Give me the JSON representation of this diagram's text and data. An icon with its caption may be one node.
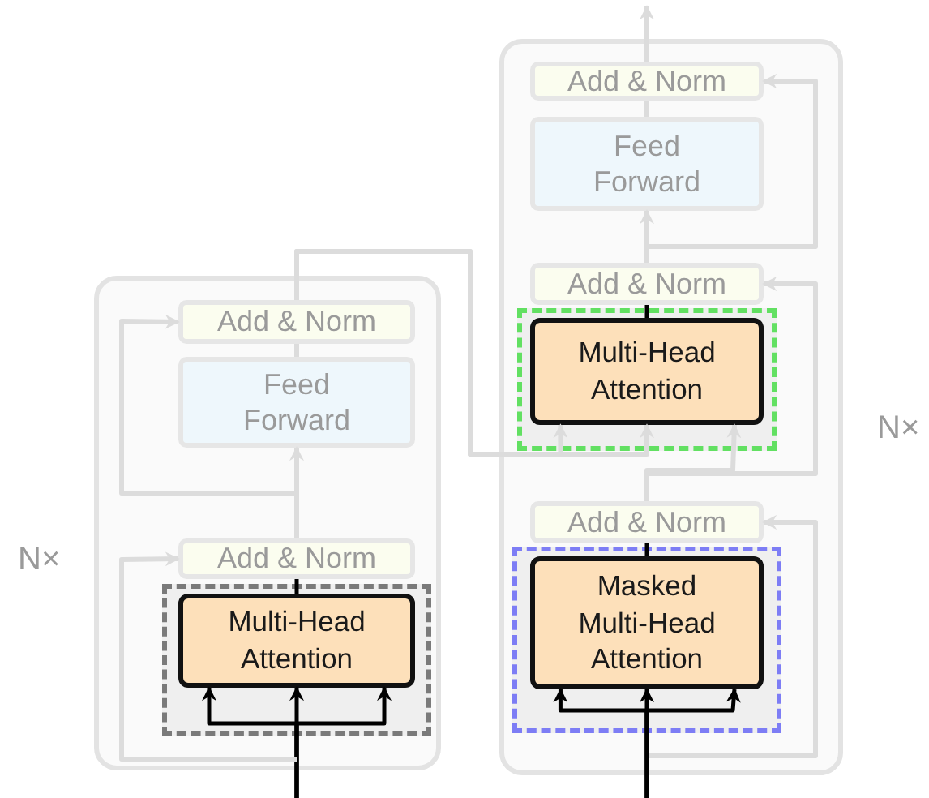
{
  "diagram": {
    "nodes": [
      {
        "text": [],
        "shape": "box",
        "beside": [
          "N×"
        ]
      },
      {
        "text": [
          "Add & Norm"
        ],
        "in": 0
      },
      {
        "text": [
          "Feed Forward"
        ],
        "in": 0
      },
      {
        "text": [
          "Add & Norm"
        ],
        "in": 0
      },
      {
        "text": [],
        "shape": "box",
        "in": 0
      },
      {
        "text": [
          "Multi-Head Attention"
        ],
        "in": 4
      },
      {
        "text": [],
        "shape": "box",
        "beside": [
          "N×"
        ]
      },
      {
        "text": [
          "Add & Norm"
        ],
        "in": 6
      },
      {
        "text": [
          "Feed Forward"
        ],
        "in": 6
      },
      {
        "text": [
          "Add & Norm"
        ],
        "in": 6
      },
      {
        "text": [],
        "shape": "box",
        "in": 6
      },
      {
        "text": [
          "Multi-Head Attention"
        ],
        "in": 10
      },
      {
        "text": [
          "Add & Norm"
        ],
        "in": 6
      },
      {
        "text": [],
        "shape": "box",
        "in": 6
      },
      {
        "text": [
          "Masked Multi-Head Attention"
        ],
        "in": 13
      }
    ],
    "edges": [
      {
        "from": null,
        "to": 5,
        "arrow": "to",
        "color": "#000000"
      },
      {
        "from": null,
        "to": 5,
        "arrow": "to",
        "color": "#000000"
      },
      {
        "from": null,
        "to": 5,
        "arrow": "to",
        "color": "#000000"
      },
      {
        "from": 5,
        "to": 3,
        "arrow": "none",
        "color": "#000000"
      },
      {
        "from": null,
        "to": 3,
        "arrow": "to"
      },
      {
        "from": 3,
        "to": 2,
        "arrow": "to"
      },
      {
        "from": 3,
        "to": 1,
        "arrow": "to"
      },
      {
        "from": 2,
        "to": 1,
        "arrow": "none"
      },
      {
        "from": 1,
        "to": 11,
        "arrow": "to"
      },
      {
        "from": 1,
        "to": 11,
        "arrow": "to"
      },
      {
        "from": 12,
        "to": 11,
        "arrow": "to"
      },
      {
        "from": 12,
        "to": 9,
        "arrow": "to"
      },
      {
        "from": 14,
        "to": 12,
        "arrow": "none",
        "color": "#000000"
      },
      {
        "from": null,
        "to": 12,
        "arrow": "to"
      },
      {
        "from": null,
        "to": 14,
        "arrow": "to",
        "color": "#000000"
      },
      {
        "from": null,
        "to": 14,
        "arrow": "to",
        "color": "#000000"
      },
      {
        "from": null,
        "to": 14,
        "arrow": "to",
        "color": "#000000"
      },
      {
        "from": 11,
        "to": 9,
        "arrow": "none",
        "color": "#000000"
      },
      {
        "from": 9,
        "to": 8,
        "arrow": "to"
      },
      {
        "from": 9,
        "to": 7,
        "arrow": "to"
      },
      {
        "from": 8,
        "to": 7,
        "arrow": "none"
      },
      {
        "from": 7,
        "to": null,
        "arrow": "to"
      }
    ]
  }
}
